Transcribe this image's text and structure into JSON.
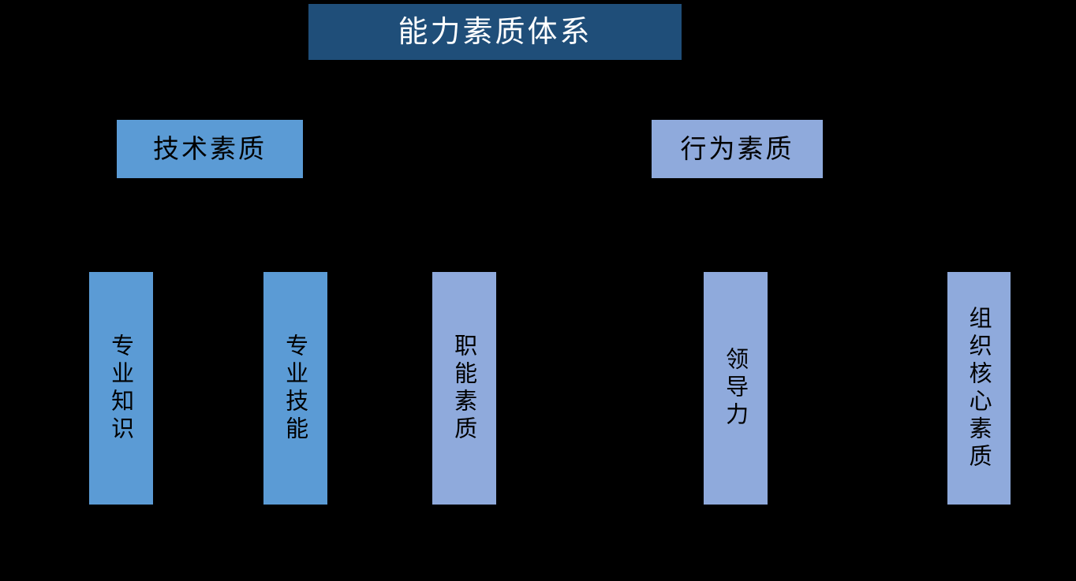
{
  "diagram": {
    "title": "能力素质体系",
    "type": "hierarchy-tree",
    "background_color": "#000000",
    "levels": 3,
    "palette": {
      "root_fill": "#1F4E79",
      "root_text": "#FFFFFF",
      "branch_technical_fill": "#5B9BD5",
      "branch_behavioral_fill": "#8FAADC",
      "leaf_text": "#000000"
    }
  },
  "root": {
    "label": "能力素质体系",
    "fill": "#1F4E79",
    "text_color": "#FFFFFF"
  },
  "branches": [
    {
      "id": "technical",
      "label": "技术素质",
      "fill": "#5B9BD5",
      "text_color": "#000000"
    },
    {
      "id": "behavioral",
      "label": "行为素质",
      "fill": "#8FAADC",
      "text_color": "#000000"
    }
  ],
  "leaves": [
    {
      "id": "professional-knowledge",
      "label": "专业知识",
      "parent": "technical",
      "fill": "#5B9BD5",
      "text_color": "#000000",
      "orientation": "vertical"
    },
    {
      "id": "professional-skill",
      "label": "专业技能",
      "parent": "technical",
      "fill": "#5B9BD5",
      "text_color": "#000000",
      "orientation": "vertical"
    },
    {
      "id": "functional-quality",
      "label": "职能素质",
      "parent": "technical",
      "fill": "#8FAADC",
      "text_color": "#000000",
      "orientation": "vertical"
    },
    {
      "id": "leadership",
      "label": "领导力",
      "parent": "behavioral",
      "fill": "#8FAADC",
      "text_color": "#000000",
      "orientation": "vertical"
    },
    {
      "id": "organizational-core-quality",
      "label": "组织核心素质",
      "parent": "behavioral",
      "fill": "#8FAADC",
      "text_color": "#000000",
      "orientation": "vertical"
    }
  ]
}
